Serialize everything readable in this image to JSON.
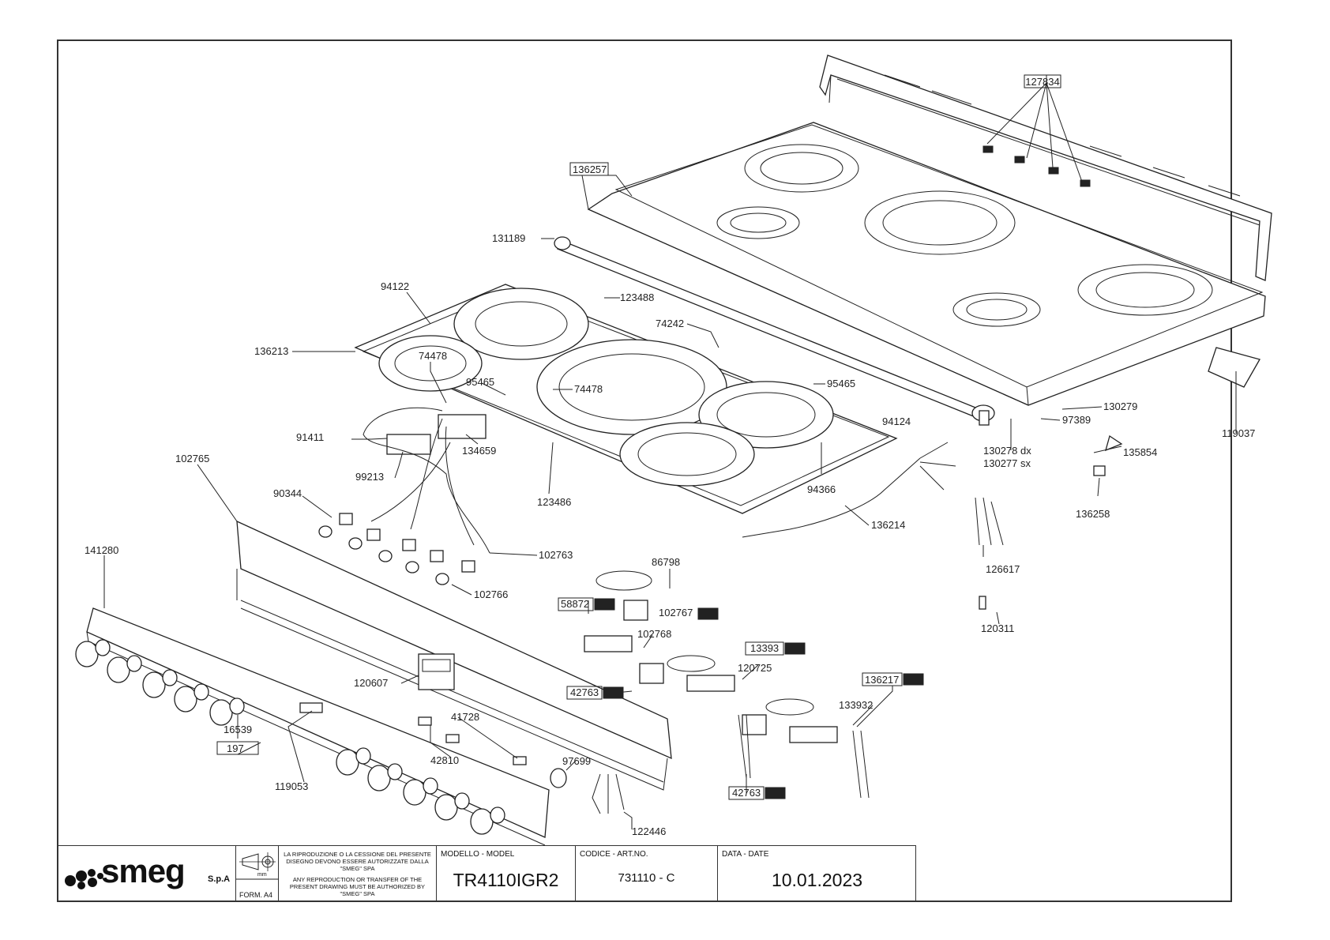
{
  "labels": {
    "l127834": "127834",
    "l136257": "136257",
    "l131189": "131189",
    "l123488": "123488",
    "l94122": "94122",
    "l74242": "74242",
    "l136213": "136213",
    "l74478a": "74478",
    "l95465a": "95465",
    "l74478b": "74478",
    "l95465b": "95465",
    "l130279": "130279",
    "l97389": "97389",
    "l119037": "119037",
    "l91411": "91411",
    "l134659": "134659",
    "l94124": "94124",
    "l130278": "130278 dx",
    "l130277": "130277 sx",
    "l135854": "135854",
    "l99213": "99213",
    "l102765": "102765",
    "l123486": "123486",
    "l94366": "94366",
    "l136258": "136258",
    "l90344": "90344",
    "l136214": "136214",
    "l126617": "126617",
    "l102763": "102763",
    "l141280": "141280",
    "l86798": "86798",
    "l102766": "102766",
    "l58872": "58872",
    "l102767": "102767",
    "l120311": "120311",
    "l102768": "102768",
    "l13393": "13393",
    "l120725": "120725",
    "l120607": "120607",
    "l42763a": "42763",
    "l136217": "136217",
    "l133932": "133932",
    "l41728": "41728",
    "l16539": "16539",
    "l197": "197",
    "l42810": "42810",
    "l97699": "97699",
    "l119053": "119053",
    "l42763b": "42763",
    "l122446": "122446"
  },
  "title_block": {
    "brand": "smeg",
    "brand_suffix": "S.p.A",
    "unit_mark": "mm",
    "legal_it": "LA RIPRODUZIONE O LA CESSIONE DEL PRESENTE DISEGNO DEVONO ESSERE AUTORIZZATE DALLA \"SMEG\" SPA",
    "legal_en": "ANY REPRODUCTION OR TRANSFER OF THE PRESENT DRAWING MUST BE AUTHORIZED BY \"SMEG\" SPA",
    "form": "FORM. A4",
    "model_label": "MODELLO - MODEL",
    "model_value": "TR4110IGR2",
    "code_label": "CODICE - ART.NO.",
    "code_value": "731110 - C",
    "date_label": "DATA - DATE",
    "date_value": "10.01.2023"
  }
}
